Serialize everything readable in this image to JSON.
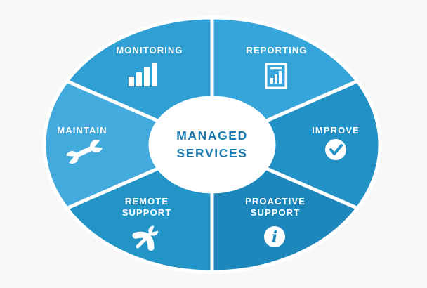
{
  "background_color": "#f8f8f8",
  "center": {
    "line1": "MANAGED",
    "line2": "SERVICES",
    "text_color": "#1b7db3",
    "fill": "#ffffff"
  },
  "segments": {
    "monitoring": {
      "label": "MONITORING",
      "color": "#2f9fd4",
      "icon": "bar-chart-icon"
    },
    "reporting": {
      "label": "REPORTING",
      "color": "#36a6da",
      "icon": "report-document-icon"
    },
    "improve": {
      "label": "IMPROVE",
      "color": "#2191c6",
      "icon": "check-circle-icon"
    },
    "proactive_support": {
      "label_line1": "PROACTIVE",
      "label_line2": "SUPPORT",
      "color": "#1d87bb",
      "icon": "info-circle-icon",
      "icon_glyph": "i"
    },
    "remote_support": {
      "label_line1": "REMOTE",
      "label_line2": "SUPPORT",
      "color": "#2394c6",
      "icon": "phone-wrench-icon"
    },
    "maintain": {
      "label": "MAINTAIN",
      "color": "#42aadd",
      "icon": "wrench-icon"
    }
  }
}
